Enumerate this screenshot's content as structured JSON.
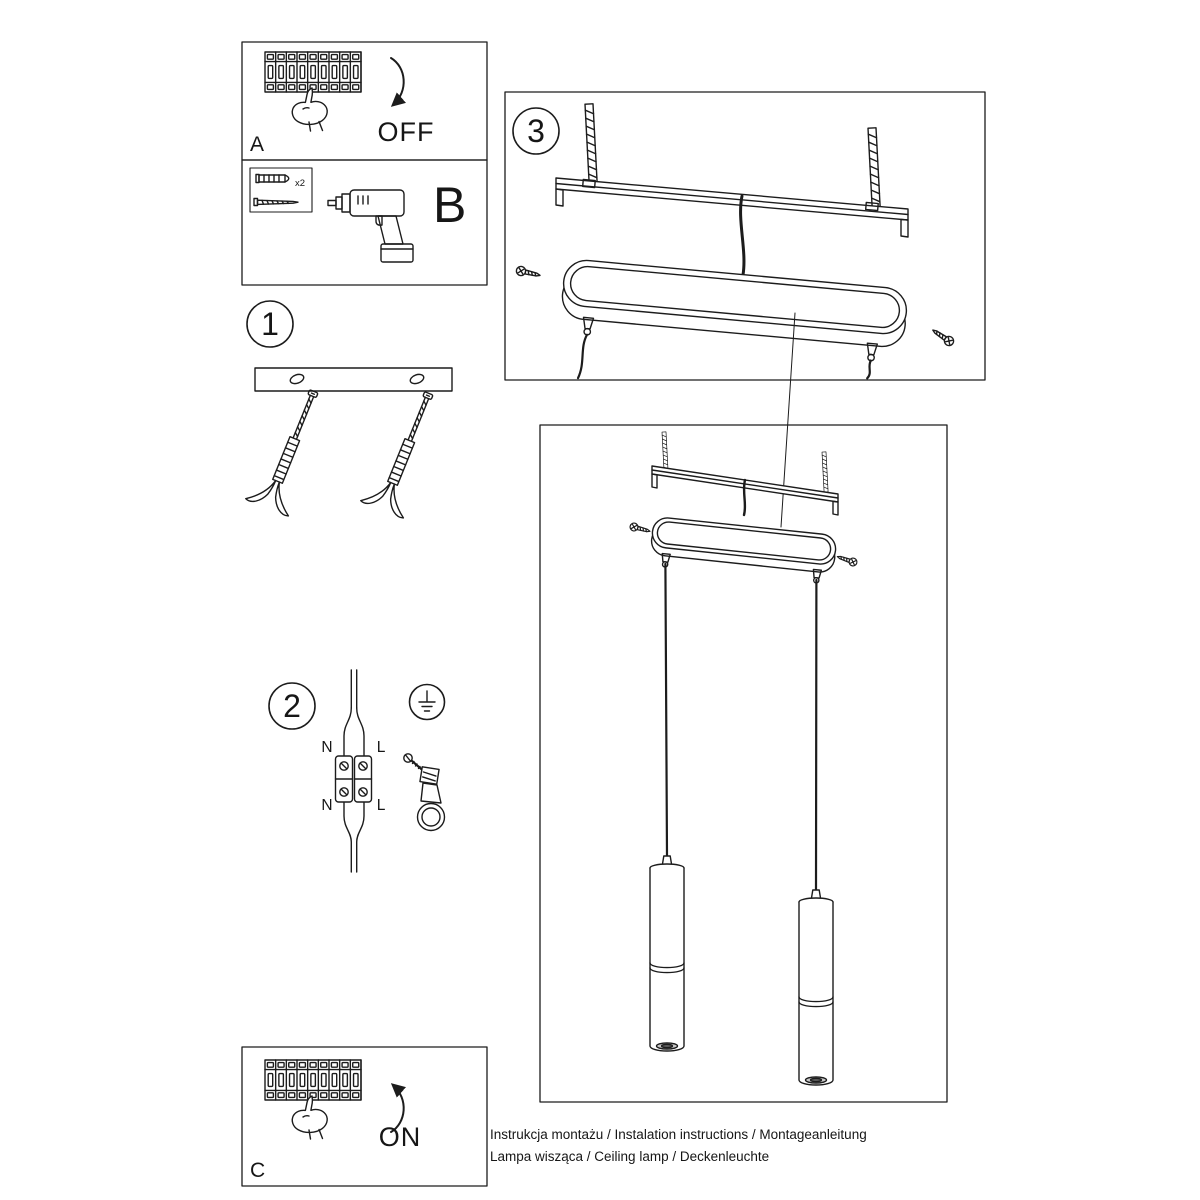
{
  "meta": {
    "doc_type": "installation-instruction-sheet",
    "colors": {
      "line": "#1c1c1c",
      "background": "#ffffff",
      "shade_inner": "#c8c8c8",
      "shade_core": "#5a5a5a"
    }
  },
  "steps": {
    "power_off": {
      "label": "A",
      "state": "OFF"
    },
    "tools": {
      "label": "B",
      "quantity": "x2"
    },
    "step1": {
      "number": "1"
    },
    "step2": {
      "number": "2",
      "neutral": "N",
      "live": "L"
    },
    "step3": {
      "number": "3"
    },
    "power_on": {
      "label": "C",
      "state": "ON"
    }
  },
  "footer": {
    "line1": "Instrukcja montażu / Instalation instructions / Montageanleitung",
    "line2": "Lampa wisząca / Ceiling lamp / Deckenleuchte"
  }
}
